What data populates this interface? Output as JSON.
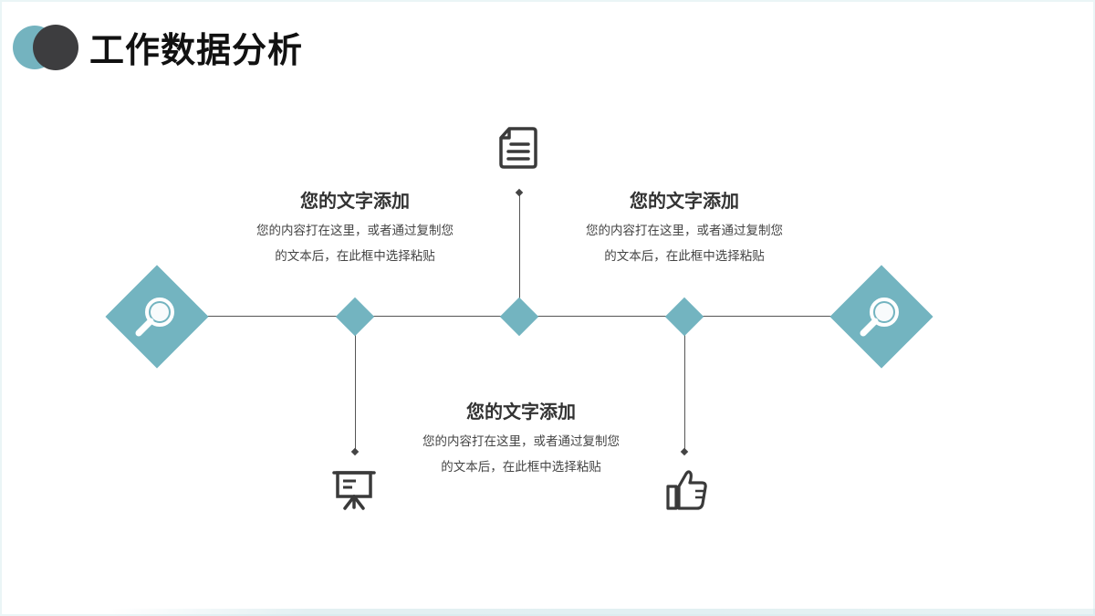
{
  "slide": {
    "title": "工作数据分析",
    "accent_color": "#73b4c0",
    "dark_color": "#3d3d3f"
  },
  "timeline": {
    "nodes": [
      {
        "id": "left-end",
        "icon": "magnifier-icon"
      },
      {
        "id": "node-1"
      },
      {
        "id": "node-2"
      },
      {
        "id": "node-3"
      },
      {
        "id": "right-end",
        "icon": "magnifier-icon"
      }
    ],
    "top_icon": "document-icon",
    "bottom_left_icon": "presentation-board-icon",
    "bottom_right_icon": "thumbs-up-icon"
  },
  "blocks": [
    {
      "heading": "您的文字添加",
      "line1": "您的内容打在这里，或者通过复制您",
      "line2": "的文本后，在此框中选择粘贴"
    },
    {
      "heading": "您的文字添加",
      "line1": "您的内容打在这里，或者通过复制您",
      "line2": "的文本后，在此框中选择粘贴"
    },
    {
      "heading": "您的文字添加",
      "line1": "您的内容打在这里，或者通过复制您",
      "line2": "的文本后，在此框中选择粘贴"
    }
  ]
}
